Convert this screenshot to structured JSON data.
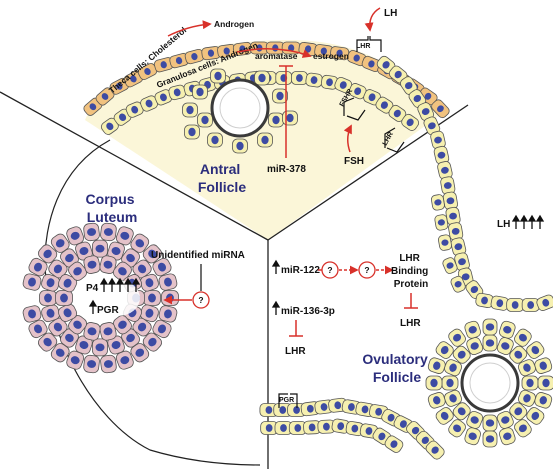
{
  "colors": {
    "background": "#ffffff",
    "granulosa_cell": "#f6f0b0",
    "theca_cell": "#f1c27f",
    "luteal_cell": "#e4c2c9",
    "nucleus": "#3d4ba3",
    "oocyte_ring": "#3a3a3a",
    "arrow_red": "#d8312a",
    "title_navy": "#2b2d7c",
    "divider": "#222222",
    "follicle_fill": "#fbf6d8"
  },
  "labels": {
    "theca": "Theca cells: Cholesterol",
    "androgen_top": "Androgen",
    "granulosa": "Granulosa cells: Androgen",
    "aromatase": "aromatase",
    "estrogen": "estrogen",
    "lh": "LH",
    "fsh": "FSH",
    "mir378": "miR-378",
    "antral_title": "Antral\nFollicle",
    "corpus_title": "Corpus\nLuteum",
    "unidentified": "Unidentified miRNA",
    "p4": "P4",
    "pgr": "PGR",
    "mir122": "miR-122",
    "mir136": "miR-136-3p",
    "lhr_binding": "LHR\nBinding\nProtein",
    "lhr_low1": "LHR",
    "lhr_low2": "LHR",
    "lh_surge": "LH",
    "ovulatory_title": "Ovulatory\nFollicle",
    "unknown_mark": "?"
  },
  "receptors": {
    "lhr": "LHR",
    "fshr": "FSHR",
    "lhr2": "LHR",
    "pgr": "PGR"
  },
  "icons": {
    "up_arrow": "up-arrow-icon",
    "inhibit": "inhibition-bar-icon",
    "question": "question-circle-icon"
  }
}
